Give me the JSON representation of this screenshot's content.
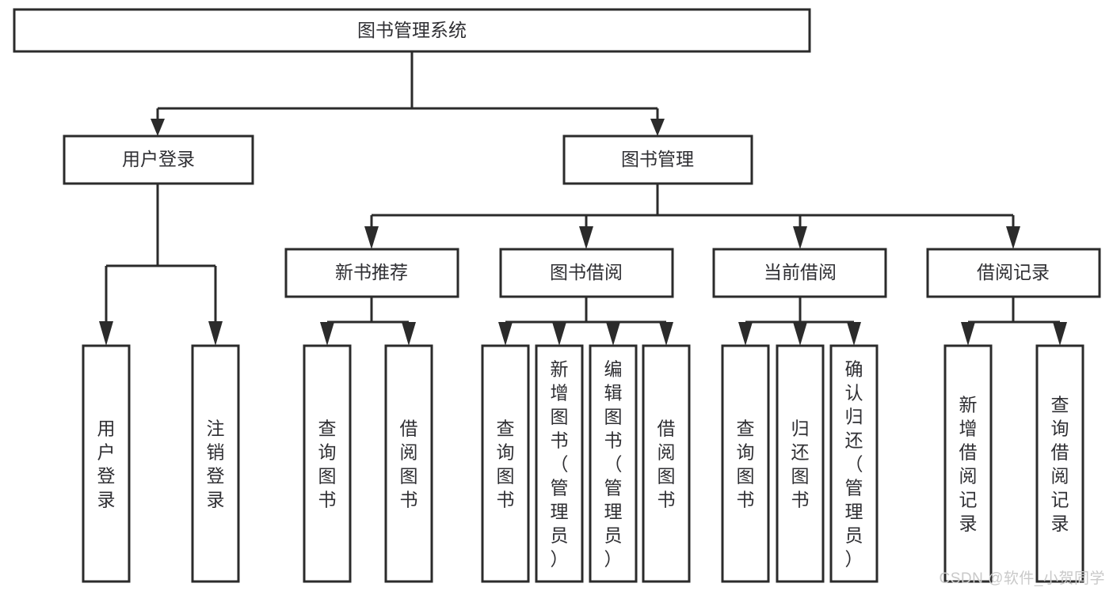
{
  "diagram": {
    "type": "tree-hierarchy",
    "title": "图书管理系统",
    "root": {
      "id": "root",
      "label": "图书管理系统",
      "orientation": "horizontal"
    },
    "level2": [
      {
        "id": "user-login",
        "label": "用户登录",
        "orientation": "horizontal"
      },
      {
        "id": "book-management",
        "label": "图书管理",
        "orientation": "horizontal"
      }
    ],
    "level3": [
      {
        "id": "new-book-recommend",
        "label": "新书推荐",
        "orientation": "horizontal",
        "parent": "book-management"
      },
      {
        "id": "book-borrow",
        "label": "图书借阅",
        "orientation": "horizontal",
        "parent": "book-management"
      },
      {
        "id": "current-borrow",
        "label": "当前借阅",
        "orientation": "horizontal",
        "parent": "book-management"
      },
      {
        "id": "borrow-record",
        "label": "借阅记录",
        "orientation": "horizontal",
        "parent": "book-management"
      }
    ],
    "leaves": {
      "user-login": [
        {
          "id": "leaf-user-login",
          "label": "用户登录",
          "orientation": "vertical"
        },
        {
          "id": "leaf-user-logout",
          "label": "注销登录",
          "orientation": "vertical"
        }
      ],
      "new-book-recommend": [
        {
          "id": "leaf-query-book-1",
          "label": "查询图书",
          "orientation": "vertical"
        },
        {
          "id": "leaf-borrow-book-1",
          "label": "借阅图书",
          "orientation": "vertical"
        }
      ],
      "book-borrow": [
        {
          "id": "leaf-query-book-2",
          "label": "查询图书",
          "orientation": "vertical"
        },
        {
          "id": "leaf-add-book",
          "label": "新增图书（管理员）",
          "orientation": "vertical"
        },
        {
          "id": "leaf-edit-book",
          "label": "编辑图书（管理员）",
          "orientation": "vertical"
        },
        {
          "id": "leaf-borrow-book-2",
          "label": "借阅图书",
          "orientation": "vertical"
        }
      ],
      "current-borrow": [
        {
          "id": "leaf-query-book-3",
          "label": "查询图书",
          "orientation": "vertical"
        },
        {
          "id": "leaf-return-book",
          "label": "归还图书",
          "orientation": "vertical"
        },
        {
          "id": "leaf-confirm-return",
          "label": "确认归还（管理员）",
          "orientation": "vertical"
        }
      ],
      "borrow-record": [
        {
          "id": "leaf-add-record",
          "label": "新增借阅记录",
          "orientation": "vertical"
        },
        {
          "id": "leaf-query-record",
          "label": "查询借阅记录",
          "orientation": "vertical"
        }
      ]
    },
    "colors": {
      "node_border": "#2b2b2b",
      "node_fill": "#ffffff",
      "connector": "#2b2b2b",
      "label_text": "#2f2f33",
      "watermark": "#c9c9c9",
      "background": "#ffffff"
    }
  },
  "watermark": {
    "label": "CSDN @软件_小贺同学"
  }
}
